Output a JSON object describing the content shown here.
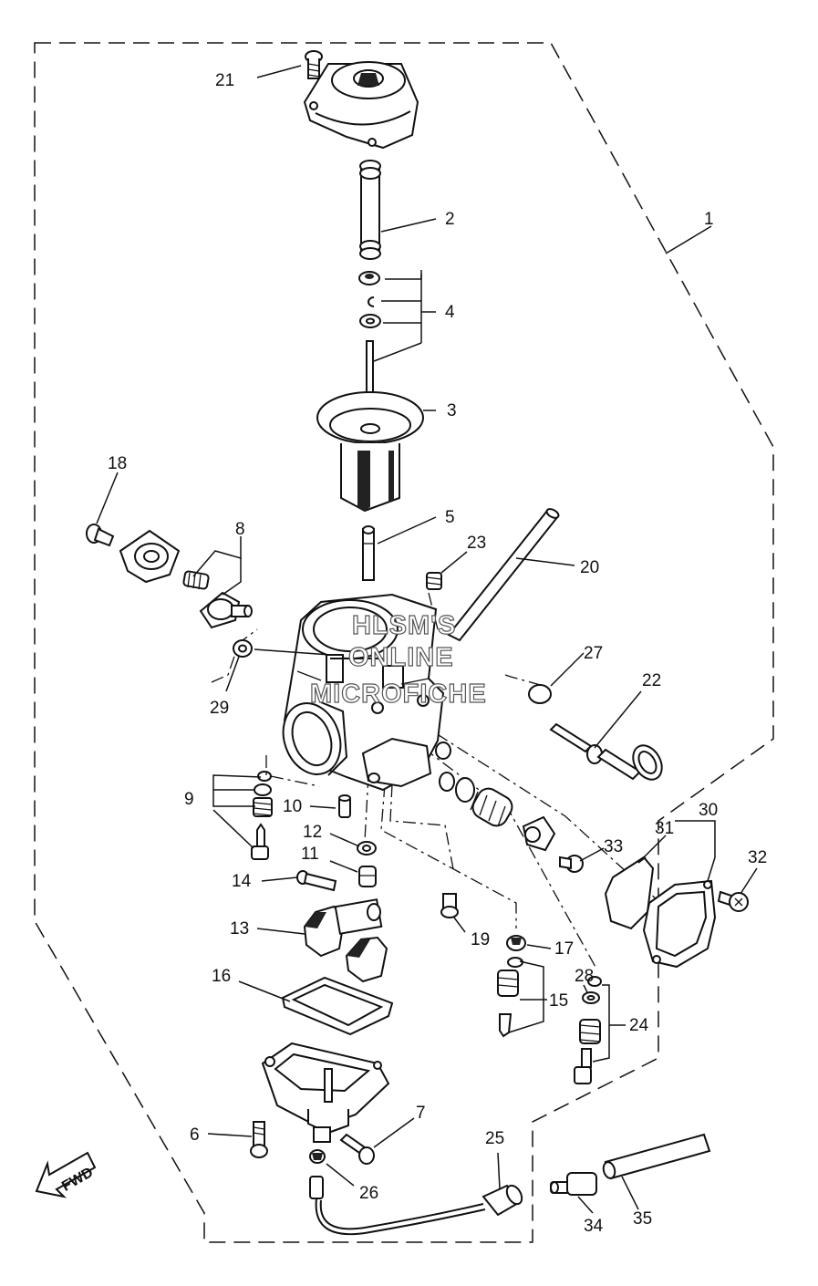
{
  "watermark": {
    "line1": "HLSM'S",
    "line2": "ONLINE",
    "line3": "MICROFICHE"
  },
  "fwd_label": "FWD",
  "callouts": {
    "c1": "1",
    "c2": "2",
    "c3": "3",
    "c4": "4",
    "c5": "5",
    "c6": "6",
    "c7": "7",
    "c8": "8",
    "c9": "9",
    "c10": "10",
    "c11": "11",
    "c12": "12",
    "c13": "13",
    "c14": "14",
    "c15": "15",
    "c16": "16",
    "c17": "17",
    "c18": "18",
    "c19": "19",
    "c20": "20",
    "c21": "21",
    "c22": "22",
    "c23": "23",
    "c24": "24",
    "c25": "25",
    "c26": "26",
    "c27": "27",
    "c28": "28",
    "c29": "29",
    "c30": "30",
    "c31": "31",
    "c32": "32",
    "c33": "33",
    "c34": "34",
    "c35": "35"
  }
}
